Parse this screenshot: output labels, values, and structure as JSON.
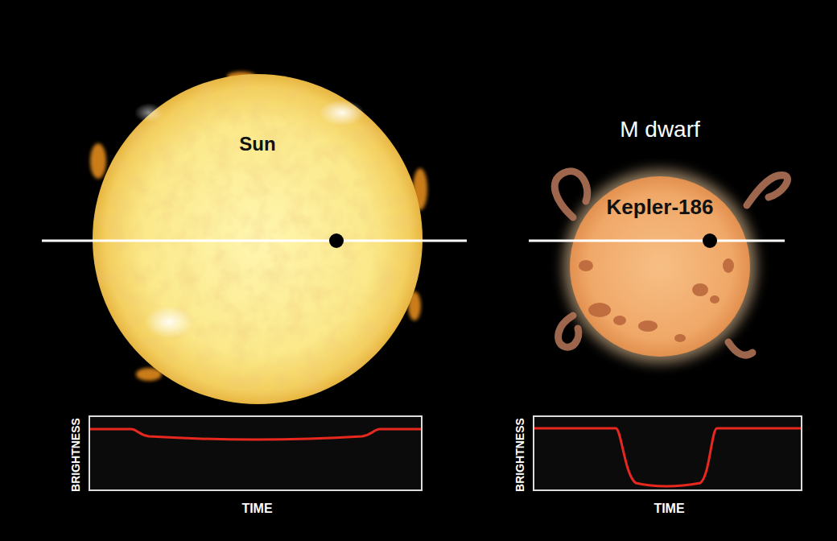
{
  "diagram": {
    "nodes": [
      {
        "text": [
          "Sun"
        ]
      },
      {
        "text": [
          "M dwarf",
          "Kepler-186"
        ]
      },
      {
        "text": [
          "BRIGHTNESS",
          "TIME"
        ]
      },
      {
        "text": [
          "BRIGHTNESS",
          "TIME"
        ]
      }
    ]
  }
}
